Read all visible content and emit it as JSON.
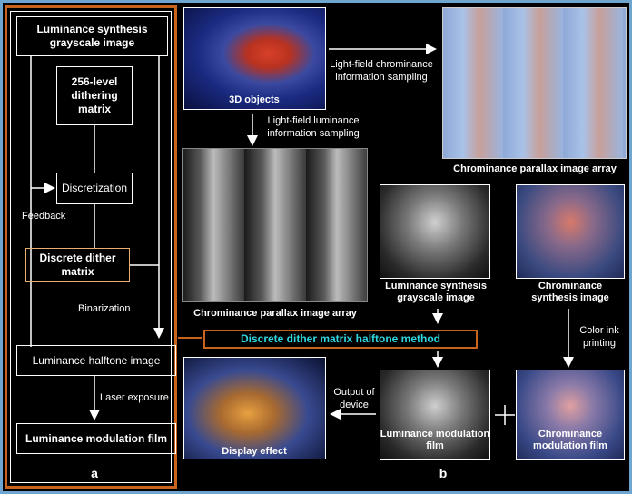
{
  "panel_a": {
    "label": "a",
    "box_luminance_synthesis": "Luminance synthesis grayscale image",
    "box_dithering_matrix": "256-level dithering matrix",
    "box_discretization": "Discretization",
    "box_discrete_dither": "Discrete dither matrix",
    "box_halftone": "Luminance halftone image",
    "box_modulation_film": "Luminance modulation film",
    "label_feedback": "Feedback",
    "label_binarization": "Binarization",
    "label_laser": "Laser exposure"
  },
  "panel_b": {
    "label": "b",
    "img_3d_objects": "3D objects",
    "label_chroma_sampling": "Light-field chrominance information sampling",
    "label_lum_sampling": "Light-field luminance information sampling",
    "caption_chroma_array_top": "Chrominance parallax image array",
    "caption_chroma_array_left": "Chrominance parallax image array",
    "caption_lum_synth": "Luminance synthesis grayscale image",
    "caption_chroma_synth": "Chrominance synthesis image",
    "method_box": "Discrete dither matrix halftone method",
    "label_color_ink": "Color ink printing",
    "label_output": "Output of device",
    "caption_lum_film": "Luminance modulation film",
    "caption_chroma_film": "Chrominance modulation film",
    "caption_display": "Display effect",
    "plus_sign": "+"
  },
  "colors": {
    "background": "#000000",
    "outer_border": "#6fa6cf",
    "panel_a_border": "#c8641e",
    "discrete_dither_box_border": "#e8b070",
    "method_text": "#2fd6e0",
    "method_border": "#c8641e"
  }
}
